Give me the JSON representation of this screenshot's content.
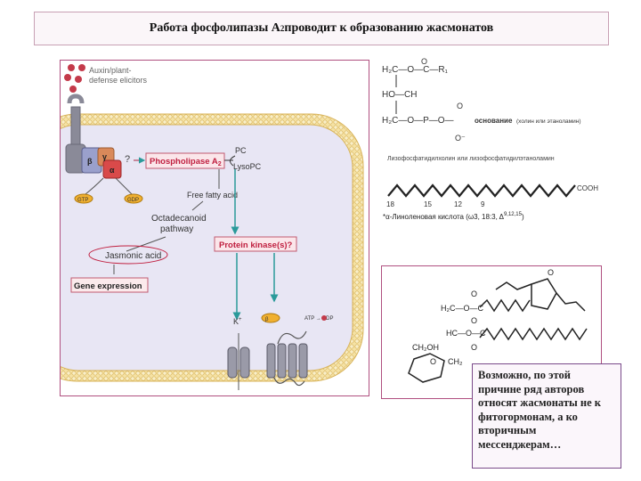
{
  "title": {
    "main": "Работа фосфолипазы А",
    "sub": "2",
    "tail": " проводит к образованию жасмонатов"
  },
  "cell": {
    "auxin_label_1": "Auxin/plant-",
    "auxin_label_2": "defense elicitors",
    "question": "?",
    "phospholipase": "Phospholipase A",
    "phospholipase_sub": "2",
    "pc": "PC",
    "lysopc": "LysoPC",
    "ffa": "Free fatty acid",
    "octadecanoid_1": "Octadecanoid",
    "octadecanoid_2": "pathway",
    "protein_kinase": "Protein kinase(s)?",
    "jasmonic": "Jasmonic acid",
    "gene_expression": "Gene expression",
    "beta": "β",
    "gamma": "γ",
    "alpha": "α",
    "gtp": "GTP",
    "gdp": "GDP",
    "k_plus": "K",
    "k_sup": "+",
    "beta_sub": "β",
    "atp": "ATP",
    "adp": "ADP"
  },
  "lipid": {
    "row1": "H₂C—O—C—R₁",
    "o_top": "O",
    "ho": "HO—CH",
    "row3": "H₂C—O—P—O—",
    "o_p_top": "O",
    "o_p_bottom": "O⁻",
    "osnovanie": "основание",
    "base_note": "(холин или этаноламин)",
    "caption": "Лизофосфатидилхолин или лизофосфатидилэтаноламин"
  },
  "linolenic": {
    "n18": "18",
    "n15": "15",
    "n12": "12",
    "n9": "9",
    "cooh": "COOH",
    "caption": "*α-Линоленовая кислота (ω3, 18:3, Δ",
    "caption_sup": "9,12,15",
    "caption_end": ")"
  },
  "jasmonate": {
    "o1": "O",
    "o2": "O",
    "o3": "O",
    "h2c": "H₂C—O—C",
    "hc": "HC—O—C",
    "ch2oh": "CH₂OH",
    "o_ring": "O",
    "ch2": "CH₂",
    "o4": "O"
  },
  "note": "Возможно, по этой причине ряд авторов относят жасмонаты не к фитогормонам, а ко вторичным мессенджерам…"
}
